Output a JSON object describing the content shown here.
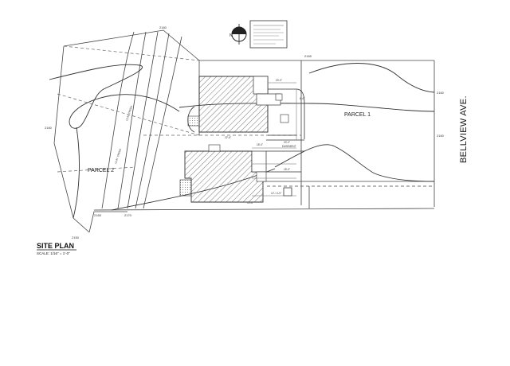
{
  "drawing": {
    "title": "SITE PLAN",
    "scale_text": "SCALE: 1/16\" = 1'-0\"",
    "street_name": "BELLVIEW AVE.",
    "parcels": {
      "parcel1": "PARCEL 1",
      "parcel2": "PARCEL 2"
    },
    "contours": {
      "c2160_top": "2160",
      "c2160_left": "2160",
      "c2160_right": "2160",
      "c2160_right2": "2160",
      "c2165": "2165",
      "c2170_bottom": "2170",
      "c2165_bottom": "2165",
      "c2150": "2150"
    },
    "creek_labels": {
      "creek_a": "CLAY CREEK",
      "creek_b": "CLAY CREEK"
    },
    "dimensions": {
      "d1": "20'-0\"",
      "d2": "18'-0\"",
      "d3": "20'-0\"",
      "d4": "18'-0\"",
      "d5": "12'-1 1/2\"",
      "d6": "22'-6\"",
      "d7": "10'-6\"",
      "d8": "6'-0\""
    },
    "easement_label": "EASEMENT",
    "north_label": "N",
    "colors": {
      "line": "#333333",
      "hatch": "#555555",
      "paper": "#ffffff"
    }
  }
}
